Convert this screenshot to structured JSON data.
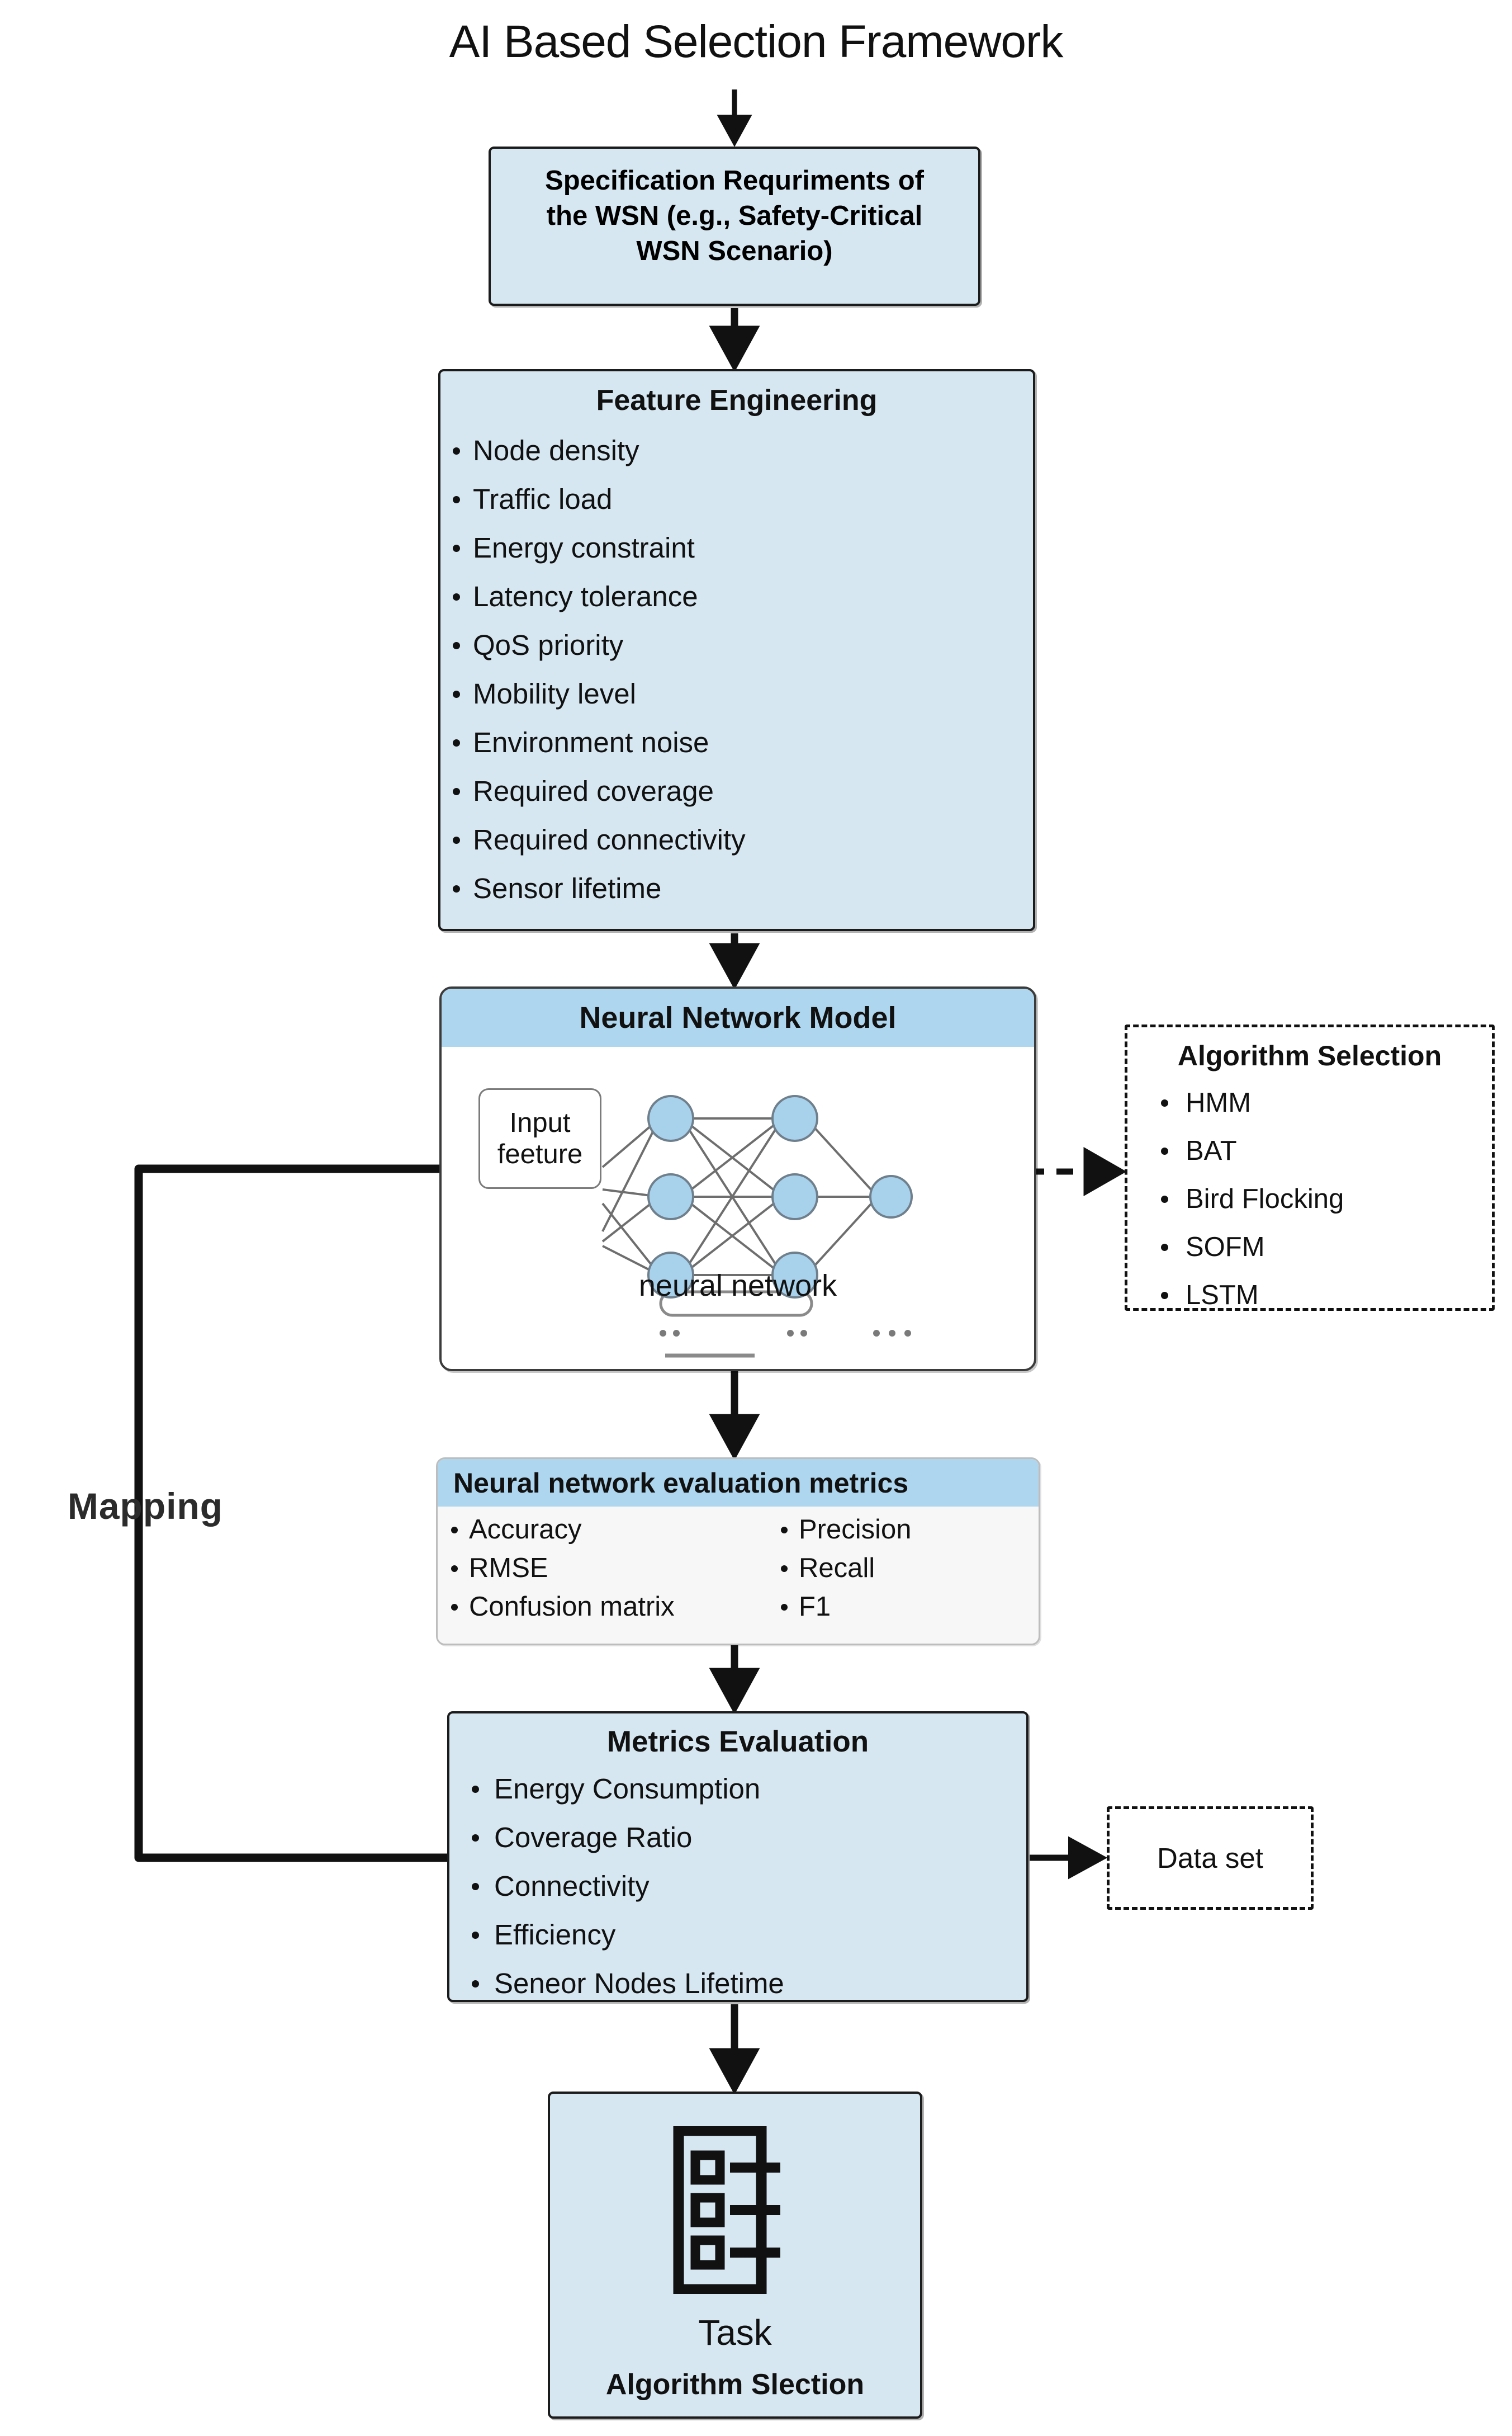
{
  "title": "AI Based Selection Framework",
  "spec": {
    "lines": [
      "Specification Requriments of",
      "the WSN (e.g., Safety-Critical",
      "WSN Scenario)"
    ]
  },
  "feature_engineering": {
    "title": "Feature Engineering",
    "items": [
      "Node density",
      "Traffic load",
      "Energy constraint",
      "Latency tolerance",
      "QoS priority",
      "Mobility level",
      "Environment noise",
      "Required coverage",
      "Required connectivity",
      "Sensor lifetime"
    ]
  },
  "neural_network": {
    "title": "Neural Network Model",
    "input_label_line1": "Input",
    "input_label_line2": "feeture",
    "caption": "neural network",
    "node_color": "#a8d1ec",
    "node_border_color": "#6f7f8c",
    "edge_color": "#6e6e6e",
    "header_color": "#aed6ef",
    "layers": [
      3,
      3,
      1
    ],
    "ellipsis": "..."
  },
  "algorithm_selection": {
    "title": "Algorithm Selection",
    "items": [
      "HMM",
      "BAT",
      "Bird Flocking",
      "SOFM",
      "LSTM"
    ]
  },
  "evaluation_metrics": {
    "title": "Neural network evaluation metrics",
    "left_column": [
      "Accuracy",
      "RMSE",
      "Confusion matrix"
    ],
    "right_column": [
      "Precision",
      "Recall",
      "F1"
    ]
  },
  "metrics_evaluation": {
    "title": "Metrics Evaluation",
    "items": [
      "Energy Consumption",
      "Coverage Ratio",
      "Connectivity",
      "Efficiency",
      "Seneor Nodes Lifetime"
    ]
  },
  "dataset": {
    "label": "Data set"
  },
  "task": {
    "label": "Task",
    "subtitle": "Algorithm Slection",
    "icon": "checklist-icon"
  },
  "mapping": {
    "label": "Mapping"
  },
  "colors": {
    "box_fill": "#d6e7f2",
    "box_border": "#1b1b1b",
    "header_blue": "#aed6ef",
    "eval_fill": "#f7f7f7",
    "arrow": "#111111",
    "background": "#ffffff"
  }
}
